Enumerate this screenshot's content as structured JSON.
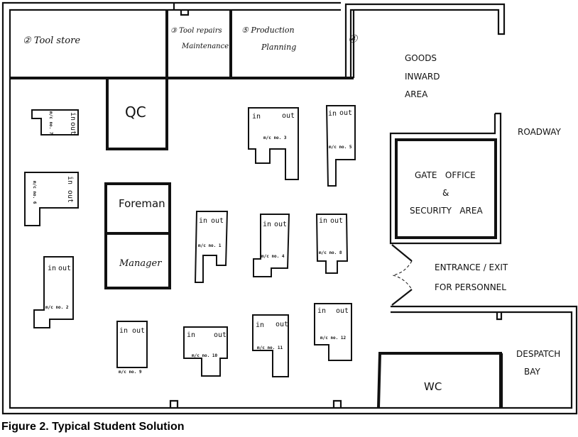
{
  "rooms": {
    "tool_store": "② Tool store",
    "tool_repairs_1": "③ Tool repairs",
    "tool_repairs_2": "Maintenance",
    "production_1": "⑤ Production",
    "production_2": "Planning",
    "goods_marker": "④",
    "goods_1": "GOODS",
    "goods_2": "INWARD",
    "goods_3": "AREA",
    "qc": "QC",
    "foreman": "Foreman",
    "manager": "Manager",
    "roadway": "ROADWAY",
    "gate_1": "GATE   OFFICE",
    "gate_2": "&",
    "gate_3": "SECURITY   AREA",
    "entrance_1": "ENTRANCE / EXIT",
    "entrance_2": "FOR PERSONNEL",
    "wc": "WC",
    "despatch_1": "DESPATCH",
    "despatch_2": "BAY"
  },
  "machine_in": "in",
  "machine_out": "out",
  "machines": [
    "m/c no. 1",
    "m/c no. 2",
    "m/c no. 3",
    "m/c no. 4",
    "m/c no. 5",
    "m/c no. 6",
    "m/c no. 7",
    "m/c no. 8",
    "m/c no. 9",
    "m/c no. 10",
    "m/c no. 11",
    "m/c no. 12"
  ],
  "caption": "Figure 2. Typical Student Solution"
}
